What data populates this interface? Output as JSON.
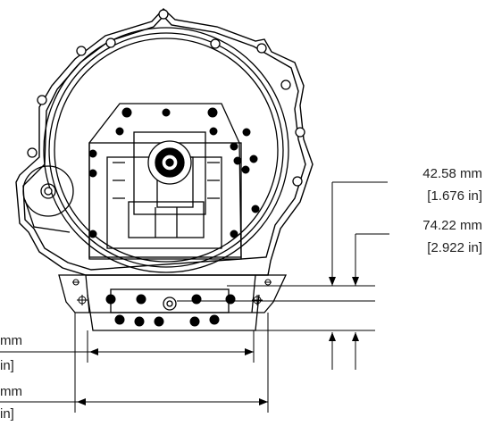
{
  "diagram": {
    "dimensions": {
      "top_right_1": {
        "metric": "42.58 mm",
        "imperial": "[1.676 in]"
      },
      "top_right_2": {
        "metric": "74.22 mm",
        "imperial": "[2.922 in]"
      },
      "left_1": {
        "metric": "mm",
        "imperial": "in]"
      },
      "left_2": {
        "metric": "mm",
        "imperial": "in]"
      }
    }
  }
}
